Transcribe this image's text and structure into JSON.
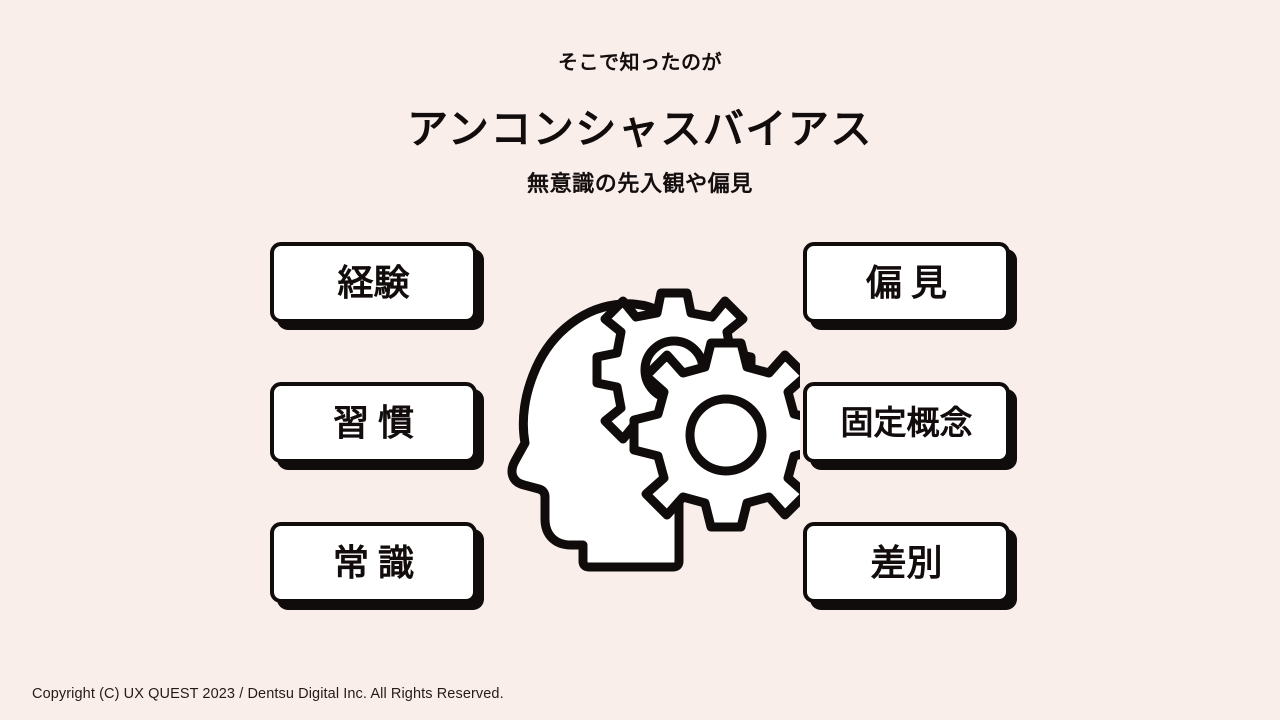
{
  "slide": {
    "background_color": "#f9eeea",
    "ink_color": "#100c0b",
    "card_fill_color": "#ffffff"
  },
  "heading": {
    "eyebrow": "そこで知ったのが",
    "title": "アンコンシャスバイアス",
    "subtitle": "無意識の先入観や偏見"
  },
  "cards": {
    "left": [
      {
        "label": "経験",
        "style": "tight"
      },
      {
        "label": "習慣",
        "style": "spaced"
      },
      {
        "label": "常識",
        "style": "spaced"
      }
    ],
    "right": [
      {
        "label": "偏見",
        "style": "spaced"
      },
      {
        "label": "固定概念",
        "style": "narrow"
      },
      {
        "label": "差別",
        "style": "tight"
      }
    ]
  },
  "illustration": {
    "name": "head-with-gears",
    "parts": {
      "head": "head-silhouette",
      "gear_small": "gear-small-icon",
      "gear_large": "gear-large-icon"
    }
  },
  "footer": {
    "copyright": "Copyright (C) UX QUEST 2023 / Dentsu Digital Inc. All Rights Reserved."
  }
}
